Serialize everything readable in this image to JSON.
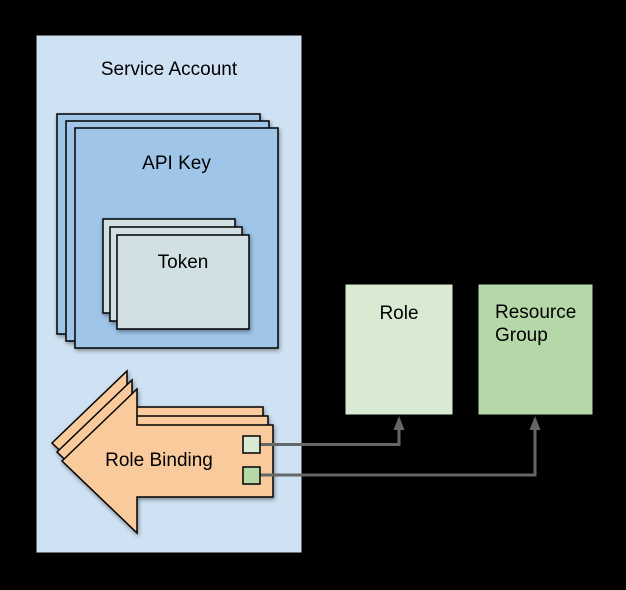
{
  "page": {
    "background": "#000000"
  },
  "diagram": {
    "service_account": {
      "label": "Service Account",
      "fill": "#cfe2f3"
    },
    "api_key": {
      "label": "API Key",
      "fill": "#9fc5e8",
      "stack_count": 3
    },
    "token": {
      "label": "Token",
      "fill": "#d0e0e3",
      "stack_count": 3
    },
    "role_binding": {
      "label": "Role Binding",
      "fill": "#f9cb9c",
      "stack_count": 3
    },
    "role": {
      "label": "Role",
      "fill": "#d9ead3"
    },
    "resource_group": {
      "label": "Resource Group",
      "fill": "#b6d7a8"
    },
    "references": {
      "role_swatch_fill": "#d9ead3",
      "resource_group_swatch_fill": "#b6d7a8"
    },
    "connections": [
      {
        "from": "role-binding-role-ref-swatch",
        "to": "role"
      },
      {
        "from": "role-binding-resource-group-ref-swatch",
        "to": "resource_group"
      }
    ],
    "connector_color": "#666666",
    "outline_color": "#000000",
    "text_color": "#000000"
  }
}
